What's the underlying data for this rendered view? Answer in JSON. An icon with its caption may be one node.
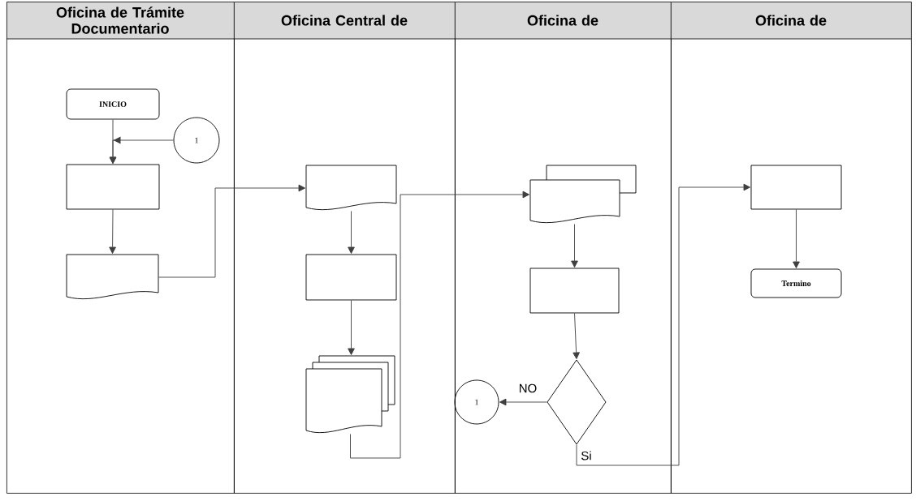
{
  "diagram": {
    "nodes": [
      {
        "text": [
          "Oficina de Trámite Documentario"
        ]
      },
      {
        "text": [
          "Oficina Central de"
        ]
      },
      {
        "text": [
          "Oficina de"
        ]
      },
      {
        "text": [
          "Oficina de"
        ]
      },
      {
        "text": [
          "INICIO"
        ],
        "in": 0
      },
      {
        "text": [
          "1"
        ],
        "in": 0
      },
      {
        "text": [],
        "shape": "box",
        "in": 0
      },
      {
        "text": [],
        "shape": "document",
        "in": 0
      },
      {
        "text": [],
        "shape": "document",
        "in": 1
      },
      {
        "text": [],
        "shape": "box",
        "in": 1
      },
      {
        "text": [],
        "shape": "documents",
        "in": 1
      },
      {
        "text": [],
        "shape": "documents",
        "in": 2
      },
      {
        "text": [],
        "shape": "box",
        "in": 2
      },
      {
        "text": [],
        "shape": "diamond",
        "in": 2
      },
      {
        "text": [
          "1"
        ],
        "in": 2
      },
      {
        "text": [],
        "shape": "box",
        "in": 3
      },
      {
        "text": [
          "Termino"
        ],
        "in": 3
      }
    ],
    "edges": [
      {
        "from": 4,
        "to": 6,
        "arrow": "to"
      },
      {
        "from": 5,
        "to": 6,
        "arrow": "to"
      },
      {
        "from": 6,
        "to": 7,
        "arrow": "to"
      },
      {
        "from": 7,
        "to": 8,
        "arrow": "to"
      },
      {
        "from": 8,
        "to": 9,
        "arrow": "to"
      },
      {
        "from": 9,
        "to": 10,
        "arrow": "to"
      },
      {
        "from": 10,
        "to": 11,
        "arrow": "to"
      },
      {
        "from": 11,
        "to": 12,
        "arrow": "to"
      },
      {
        "from": 12,
        "to": 13,
        "arrow": "to"
      },
      {
        "from": 13,
        "to": 14,
        "arrow": "to",
        "label": "NO"
      },
      {
        "from": 13,
        "to": 15,
        "arrow": "to",
        "label": "Si"
      },
      {
        "from": 15,
        "to": 16,
        "arrow": "to"
      }
    ]
  }
}
